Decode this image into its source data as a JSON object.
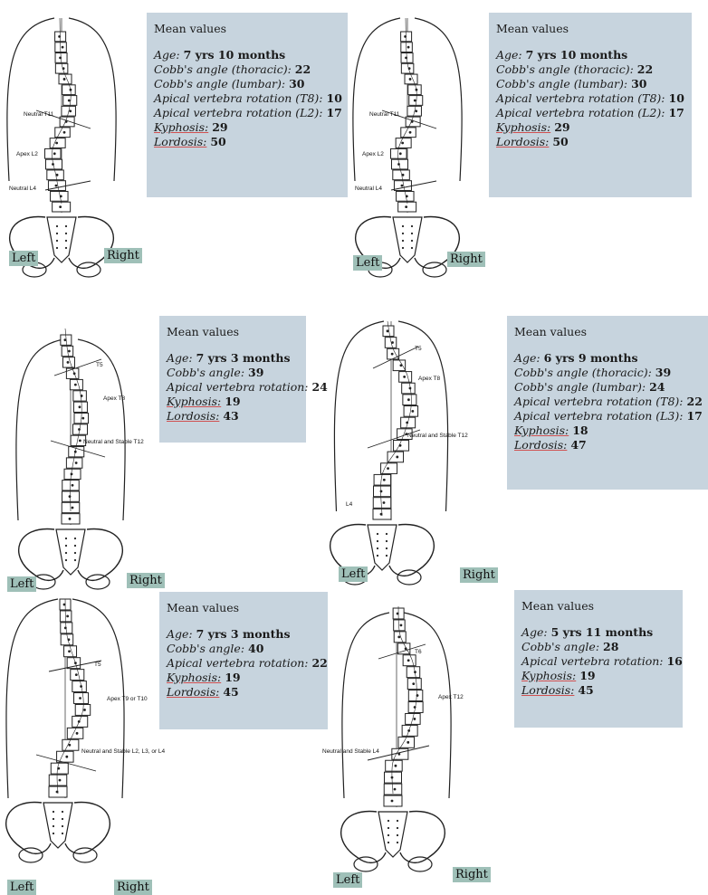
{
  "panels": [
    {
      "box_title": "Mean values",
      "lines": [
        {
          "label": "Age:",
          "value": "7 yrs 10 months",
          "underline": false
        },
        {
          "label": "Cobb's angle (thoracic):",
          "value": "22",
          "underline": false
        },
        {
          "label": "Cobb's angle (lumbar):",
          "value": "30",
          "underline": false
        },
        {
          "label": "Apical vertebra rotation (T8):",
          "value": "10",
          "underline": false
        },
        {
          "label": "Apical vertebra rotation (L2):",
          "value": "17",
          "underline": false
        },
        {
          "label": "Kyphosis:",
          "value": "29",
          "underline": true
        },
        {
          "label": "Lordosis:",
          "value": "50",
          "underline": true
        }
      ],
      "left_label": "Left",
      "right_label": "Right",
      "annotations": [
        "Neutral T11",
        "Apex L2",
        "Neutral L4"
      ]
    },
    {
      "box_title": "Mean values",
      "lines": [
        {
          "label": "Age:",
          "value": "7 yrs 10 months",
          "underline": false
        },
        {
          "label": "Cobb's angle (thoracic):",
          "value": "22",
          "underline": false
        },
        {
          "label": "Cobb's angle (lumbar):",
          "value": "30",
          "underline": false
        },
        {
          "label": "Apical vertebra rotation (T8):",
          "value": "10",
          "underline": false
        },
        {
          "label": "Apical vertebra rotation (L2):",
          "value": "17",
          "underline": false
        },
        {
          "label": "Kyphosis:",
          "value": "29",
          "underline": true
        },
        {
          "label": "Lordosis:",
          "value": "50",
          "underline": true
        }
      ],
      "left_label": "Left",
      "right_label": "Right",
      "annotations": [
        "Neutral T11",
        "Apex L2",
        "Neutral L4"
      ]
    },
    {
      "box_title": "Mean values",
      "lines": [
        {
          "label": "Age:",
          "value": "7 yrs 3 months",
          "underline": false
        },
        {
          "label": "Cobb's angle:",
          "value": "39",
          "underline": false
        },
        {
          "label": "Apical vertebra rotation:",
          "value": "24",
          "underline": false
        },
        {
          "label": "Kyphosis:",
          "value": "19",
          "underline": true
        },
        {
          "label": "Lordosis:",
          "value": "43",
          "underline": true
        }
      ],
      "left_label": "Left",
      "right_label": "Right",
      "annotations": [
        "T5",
        "Apex T8",
        "Neutral and Stable T12"
      ]
    },
    {
      "box_title": "Mean values",
      "lines": [
        {
          "label": "Age:",
          "value": "6 yrs 9 months",
          "underline": false
        },
        {
          "label": "Cobb's angle (thoracic):",
          "value": "39",
          "underline": false
        },
        {
          "label": "Cobb's angle (lumbar):",
          "value": "24",
          "underline": false
        },
        {
          "label": "Apical vertebra rotation (T8):",
          "value": "22",
          "underline": false
        },
        {
          "label": "Apical vertebra rotation (L3):",
          "value": "17",
          "underline": false
        },
        {
          "label": "Kyphosis:",
          "value": "18",
          "underline": true
        },
        {
          "label": "Lordosis:",
          "value": "47",
          "underline": true
        }
      ],
      "left_label": "Left",
      "right_label": "Right",
      "annotations": [
        "T5",
        "Apex T8",
        "Neutral and Stable T12",
        "L4"
      ]
    },
    {
      "box_title": "Mean values",
      "lines": [
        {
          "label": "Age:",
          "value": "7 yrs 3 months",
          "underline": false
        },
        {
          "label": "Cobb's angle:",
          "value": "40",
          "underline": false
        },
        {
          "label": "Apical vertebra rotation:",
          "value": "22",
          "underline": false
        },
        {
          "label": "Kyphosis:",
          "value": "19",
          "underline": true
        },
        {
          "label": "Lordosis:",
          "value": "45",
          "underline": true
        }
      ],
      "left_label": "Left",
      "right_label": "Right",
      "annotations": [
        "T5",
        "Apex T9 or T10",
        "Neutral and Stable L2, L3, or L4"
      ]
    },
    {
      "box_title": "Mean values",
      "lines": [
        {
          "label": "Age:",
          "value": "5 yrs 11 months",
          "underline": false
        },
        {
          "label": "Cobb's angle:",
          "value": "28",
          "underline": false
        },
        {
          "label": "Apical vertebra rotation:",
          "value": "16",
          "underline": false
        },
        {
          "label": "Kyphosis:",
          "value": "19",
          "underline": true
        },
        {
          "label": "Lordosis:",
          "value": "45",
          "underline": true
        }
      ],
      "left_label": "Left",
      "right_label": "Right",
      "annotations": [
        "T6",
        "Apex T12",
        "Neutral and Stable L4"
      ]
    }
  ]
}
